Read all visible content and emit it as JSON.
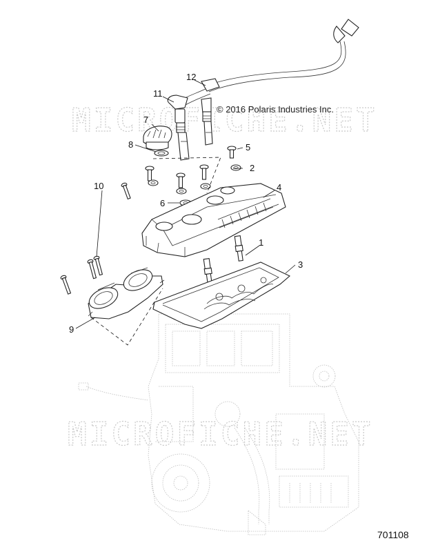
{
  "copyright": "© 2016 Polaris Industries Inc.",
  "watermark": "MICROFICHE.NET",
  "diagram_id": "701108",
  "callouts": [
    "1",
    "2",
    "3",
    "4",
    "5",
    "6",
    "7",
    "8",
    "9",
    "10",
    "11",
    "12"
  ]
}
